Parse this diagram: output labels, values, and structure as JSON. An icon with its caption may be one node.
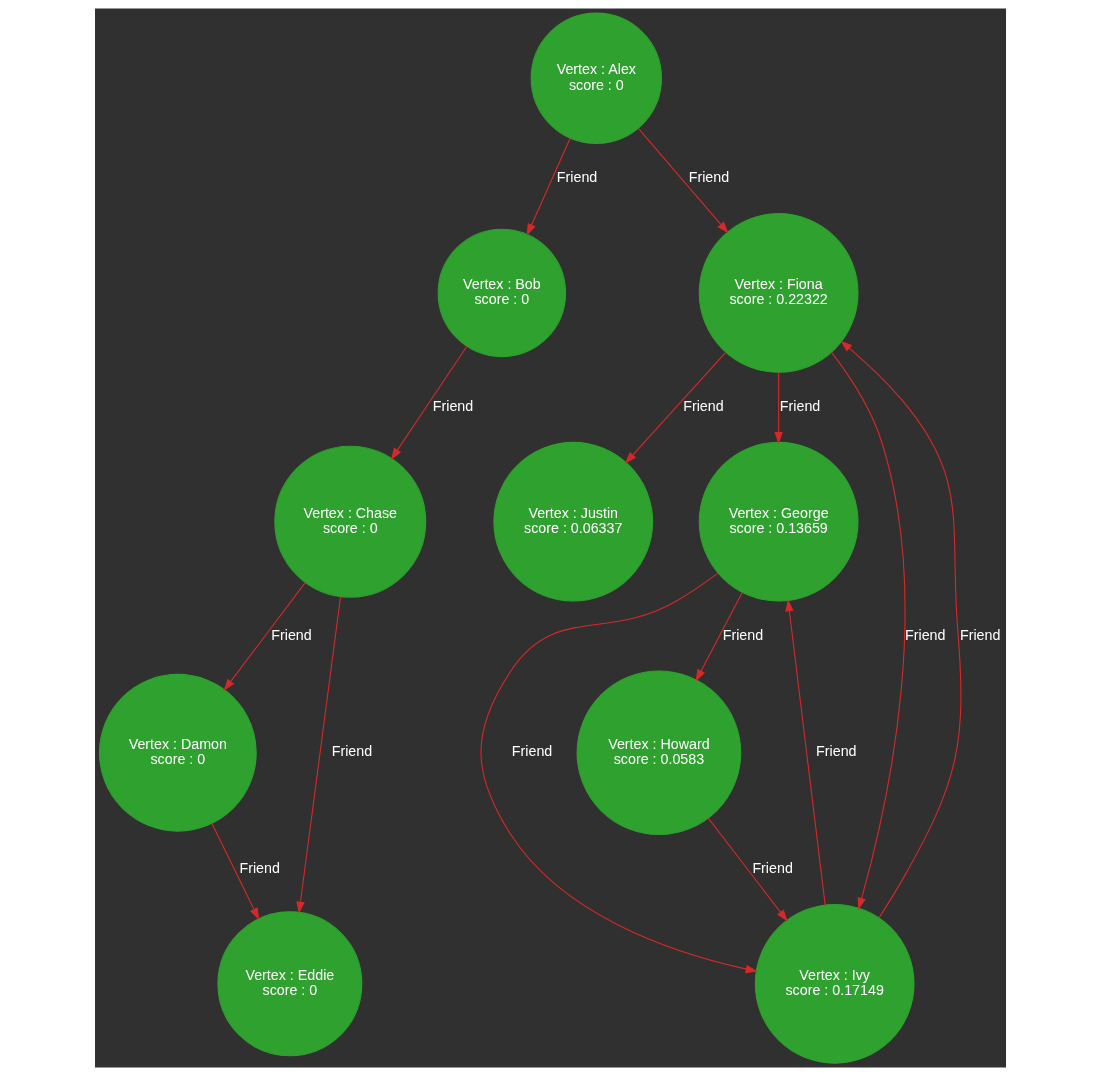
{
  "diagram": {
    "nodes": [
      {
        "text": [
          "Vertex : Damon",
          "score : 0"
        ]
      },
      {
        "text": [
          "Vertex : Chase",
          "score : 0"
        ]
      },
      {
        "text": [
          "Vertex : Bob",
          "score : 0"
        ]
      },
      {
        "text": [
          "Vertex : Eddie",
          "score : 0"
        ]
      },
      {
        "text": [
          "Vertex : Justin",
          "score : 0.06337"
        ]
      },
      {
        "text": [
          "Vertex : Alex",
          "score : 0"
        ]
      },
      {
        "text": [
          "Vertex : Fiona",
          "score : 0.22322"
        ]
      },
      {
        "text": [
          "Vertex : George",
          "score : 0.13659"
        ]
      },
      {
        "text": [
          "Vertex : Ivy",
          "score : 0.17149"
        ]
      },
      {
        "text": [
          "Vertex : Howard",
          "score : 0.0583"
        ]
      }
    ],
    "edges": [
      {
        "from": 5,
        "to": 2,
        "arrow": "to",
        "label": "Friend"
      },
      {
        "from": 2,
        "to": 1,
        "arrow": "to",
        "label": "Friend"
      },
      {
        "from": 1,
        "to": 0,
        "arrow": "to",
        "label": "Friend"
      },
      {
        "from": 1,
        "to": 3,
        "arrow": "to",
        "label": "Friend"
      },
      {
        "from": 0,
        "to": 3,
        "arrow": "to",
        "label": "Friend"
      },
      {
        "from": 5,
        "to": 6,
        "arrow": "to",
        "label": "Friend"
      },
      {
        "from": 6,
        "to": 4,
        "arrow": "to",
        "label": "Friend"
      },
      {
        "from": 6,
        "to": 7,
        "arrow": "to",
        "label": "Friend"
      },
      {
        "from": 6,
        "to": 8,
        "arrow": "to",
        "label": "Friend"
      },
      {
        "from": 8,
        "to": 6,
        "arrow": "to",
        "label": "Friend"
      },
      {
        "from": 8,
        "to": 7,
        "arrow": "to",
        "label": "Friend"
      },
      {
        "from": 7,
        "to": 8,
        "arrow": "to",
        "label": "Friend"
      },
      {
        "from": 7,
        "to": 9,
        "arrow": "to",
        "label": "Friend"
      },
      {
        "from": 9,
        "to": 8,
        "arrow": "to",
        "label": "Friend"
      }
    ]
  }
}
